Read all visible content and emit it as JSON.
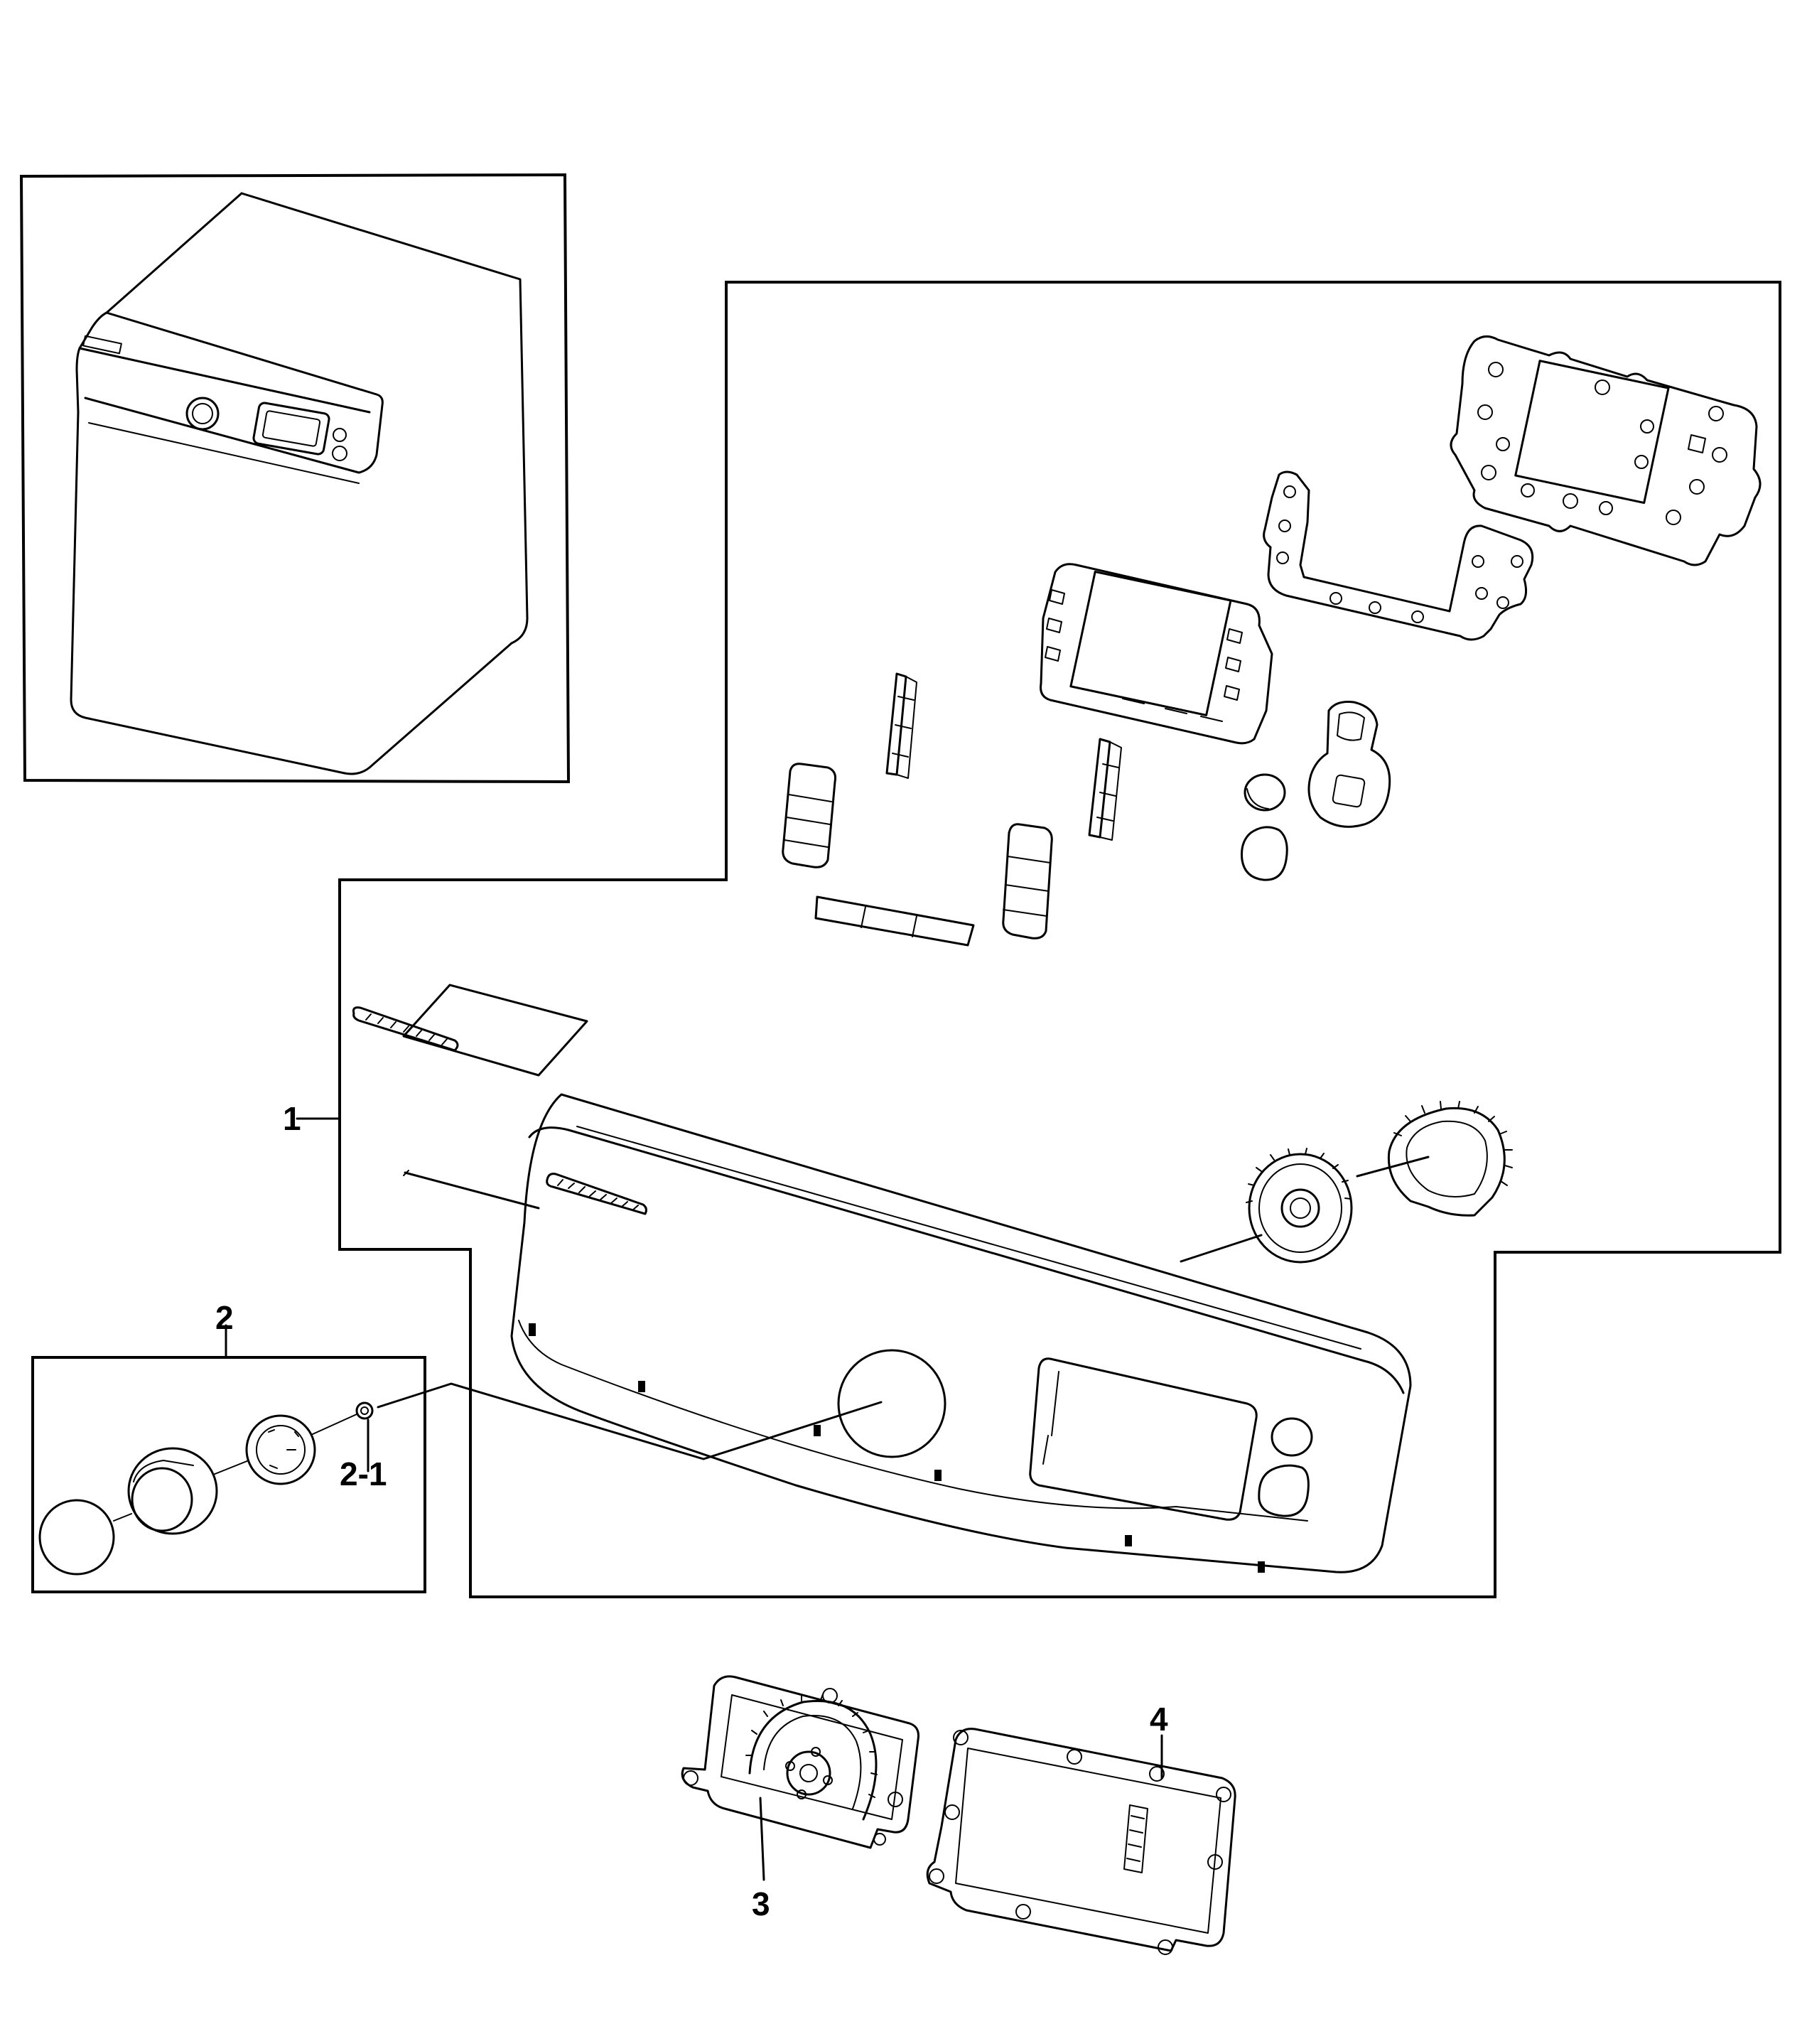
{
  "callouts": {
    "c1": "1",
    "c2": "2",
    "c2_1": "2-1",
    "c3": "3",
    "c4": "4"
  },
  "colors": {
    "line": "#000000",
    "background": "#ffffff"
  },
  "icons": [
    "dryer-unit-icon",
    "control-panel-icon",
    "knob-assembly-icon",
    "pcb-board-icon",
    "display-frame-icon",
    "button-icon"
  ]
}
